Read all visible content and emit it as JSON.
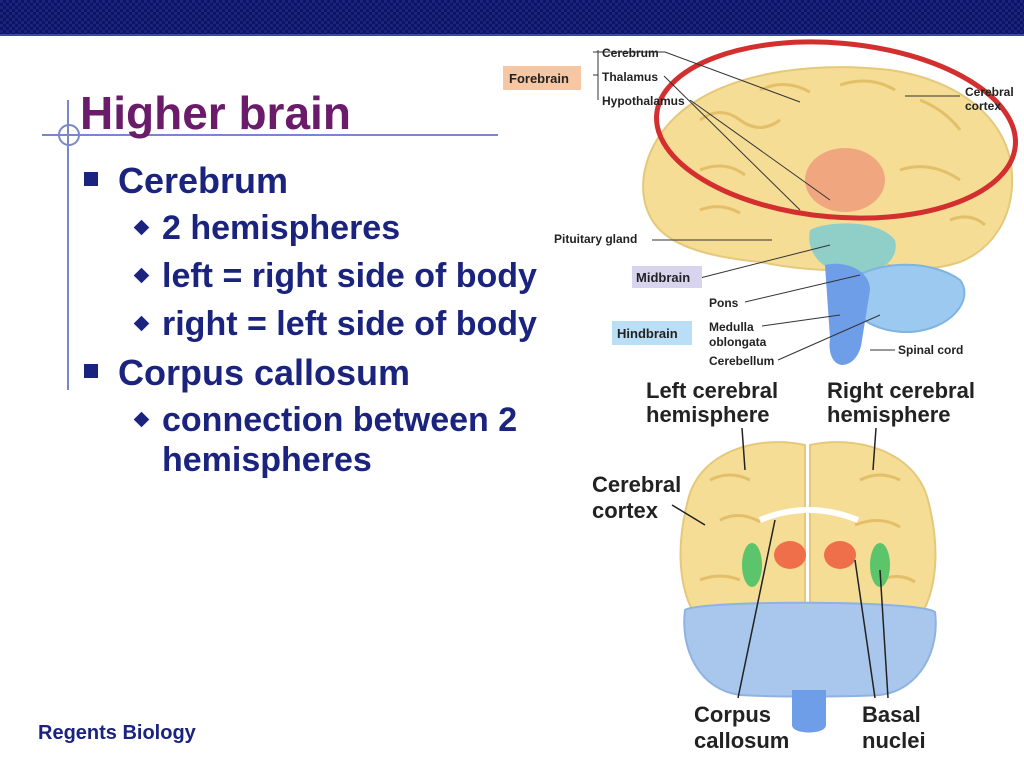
{
  "slide": {
    "title": "Higher brain",
    "footer": "Regents Biology",
    "bullets": [
      {
        "level": 1,
        "text": "Cerebrum"
      },
      {
        "level": 2,
        "text": "2 hemispheres"
      },
      {
        "level": 2,
        "text": "left = right side of body"
      },
      {
        "level": 2,
        "text": "right = left side of body"
      },
      {
        "level": 1,
        "text": "Corpus callosum"
      },
      {
        "level": 2,
        "text": "connection between 2 hemispheres"
      }
    ]
  },
  "diagram_top": {
    "labels": {
      "forebrain": "Forebrain",
      "cerebrum": "Cerebrum",
      "thalamus": "Thalamus",
      "hypothalamus": "Hypothalamus",
      "cerebral_cortex_1": "Cerebral",
      "cerebral_cortex_2": "cortex",
      "pituitary": "Pituitary gland",
      "midbrain": "Midbrain",
      "pons": "Pons",
      "hindbrain": "Hindbrain",
      "medulla_1": "Medulla",
      "medulla_2": "oblongata",
      "cerebellum": "Cerebellum",
      "spinal_cord": "Spinal cord"
    },
    "colors": {
      "forebrain": "#f7c6a3",
      "midbrain": "#d9d4ee",
      "hindbrain": "#b9def5",
      "highlight": "#d32f2f"
    }
  },
  "diagram_bottom": {
    "labels": {
      "left_hemi_1": "Left cerebral",
      "left_hemi_2": "hemisphere",
      "right_hemi_1": "Right cerebral",
      "right_hemi_2": "hemisphere",
      "cortex_1": "Cerebral",
      "cortex_2": "cortex",
      "corpus_1": "Corpus",
      "corpus_2": "callosum",
      "basal_1": "Basal",
      "basal_2": "nuclei"
    }
  }
}
